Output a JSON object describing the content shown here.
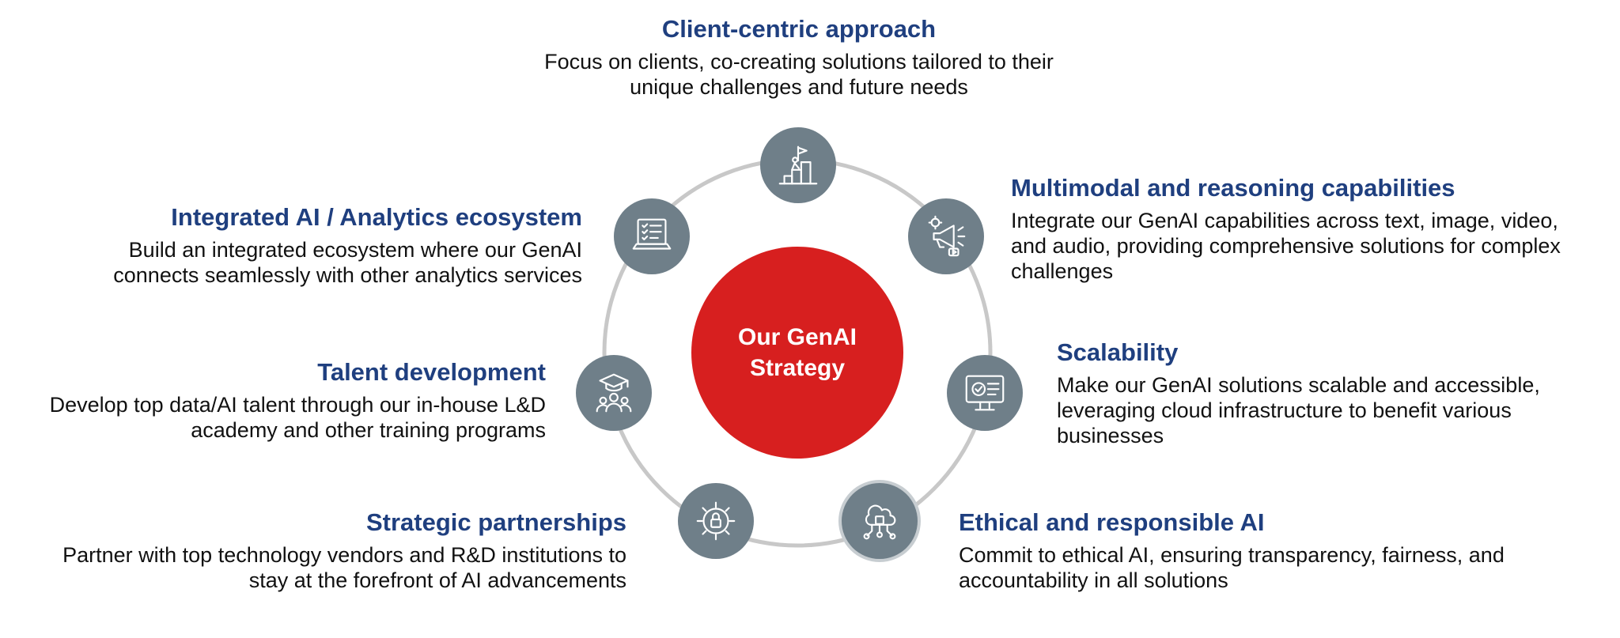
{
  "center": {
    "title": "Our GenAI\nStrategy"
  },
  "pillars": [
    {
      "id": "client",
      "title": "Client-centric approach",
      "text": "Focus on clients, co-creating solutions tailored to their unique challenges and future needs",
      "icon": "summit-flag-icon"
    },
    {
      "id": "multimodal",
      "title": "Multimodal and reasoning capabilities",
      "text": "Integrate our GenAI capabilities across text, image, video, and audio, providing comprehensive solutions for complex challenges",
      "icon": "megaphone-gear-icon"
    },
    {
      "id": "scalability",
      "title": "Scalability",
      "text": "Make our GenAI solutions scalable and accessible, leveraging cloud infrastructure to benefit various businesses",
      "icon": "monitor-check-icon"
    },
    {
      "id": "ethical",
      "title": "Ethical and responsible AI",
      "text": "Commit to ethical AI, ensuring transparency, fairness, and accountability in all solutions",
      "icon": "cloud-chip-icon"
    },
    {
      "id": "partnerships",
      "title": "Strategic partnerships",
      "text": "Partner with top technology vendors and R&D institutions to stay at the forefront of AI advancements",
      "icon": "gear-lock-icon"
    },
    {
      "id": "talent",
      "title": "Talent development",
      "text": "Develop top data/AI talent through our in-house L&D academy and other training programs",
      "icon": "graduation-group-icon"
    },
    {
      "id": "ecosystem",
      "title": "Integrated AI / Analytics ecosystem",
      "text": "Build an integrated ecosystem where our GenAI connects seamlessly with other analytics services",
      "icon": "laptop-checklist-icon"
    }
  ],
  "colors": {
    "title": "#1f3f7f",
    "core": "#d71f1f",
    "node": "#6f7f89",
    "ring": "#c8c8c8",
    "body_text": "#111111"
  }
}
